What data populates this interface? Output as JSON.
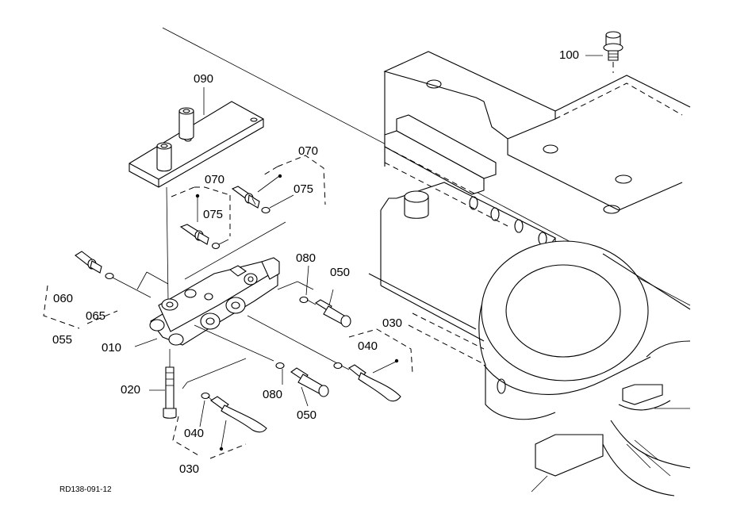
{
  "diagram": {
    "drawing_code": "RD138-091-12",
    "callouts": {
      "p100": "100",
      "p090": "090",
      "p070a": "070",
      "p075a": "075",
      "p070b": "070",
      "p075b": "075",
      "p080a": "080",
      "p050a": "050",
      "p060": "060",
      "p065": "065",
      "p055": "055",
      "p030a": "030",
      "p040a": "040",
      "p010": "010",
      "p020": "020",
      "p080b": "080",
      "p050b": "050",
      "p040b": "040",
      "p030b": "030"
    }
  }
}
